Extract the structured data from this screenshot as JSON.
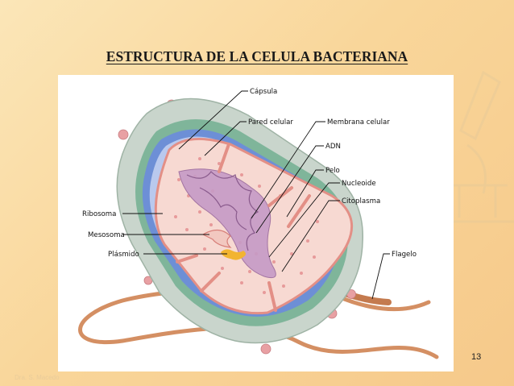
{
  "slide": {
    "title": "ESTRUCTURA DE LA CELULA BACTERIANA",
    "page_number": "13",
    "footer": "Dra. S. Macedo"
  },
  "diagram": {
    "labels": {
      "capsula": "Cápsula",
      "pared_celular": "Pared celular",
      "membrana_celular": "Membrana celular",
      "adn": "ADN",
      "pelo": "Pelo",
      "nucleoide": "Nucleoide",
      "citoplasma": "Citoplasma",
      "ribosoma": "Ribosoma",
      "mesosoma": "Mesosoma",
      "plasmido": "Plásmido",
      "flagelo": "Flagelo"
    },
    "colors": {
      "capsule": "#c9d5cc",
      "wall_green": "#7fb59a",
      "membrane_blue": "#6d8fd6",
      "membrane_light": "#b9c9ee",
      "cytoplasm": "#f7d9d2",
      "pilus": "#e8a0a3",
      "nucleoid": "#c69ac6",
      "flagellum": "#d48f63",
      "plasmid": "#f2b431"
    }
  }
}
